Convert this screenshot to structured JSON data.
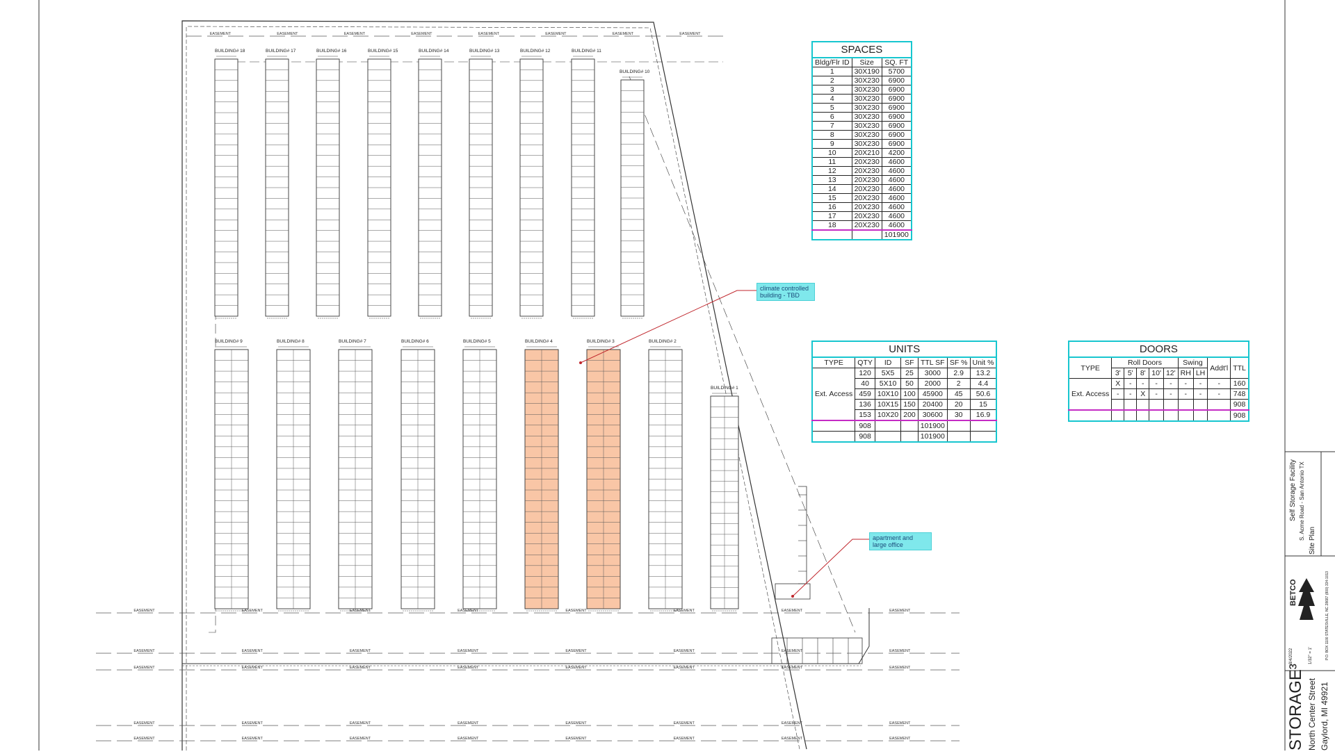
{
  "buildings_top": [
    "BUILDING# 18",
    "BUILDING# 17",
    "BUILDING# 16",
    "BUILDING# 15",
    "BUILDING# 14",
    "BUILDING# 13",
    "BUILDING# 12",
    "BUILDING# 11",
    "BUILDING# 10"
  ],
  "buildings_bottom": [
    "BUILDING# 9",
    "BUILDING# 8",
    "BUILDING# 7",
    "BUILDING# 6",
    "BUILDING# 5",
    "BUILDING# 4",
    "BUILDING# 3",
    "BUILDING# 2",
    "BUILDING# 1"
  ],
  "easement_label": "EASEMENT",
  "callouts": {
    "climate": "climate controlled building - TBD",
    "apartment": "apartment and large office"
  },
  "spaces": {
    "title": "SPACES",
    "headers": [
      "Bldg/Flr ID",
      "Size",
      "SQ. FT"
    ],
    "rows": [
      [
        "1",
        "30X190",
        "5700"
      ],
      [
        "2",
        "30X230",
        "6900"
      ],
      [
        "3",
        "30X230",
        "6900"
      ],
      [
        "4",
        "30X230",
        "6900"
      ],
      [
        "5",
        "30X230",
        "6900"
      ],
      [
        "6",
        "30X230",
        "6900"
      ],
      [
        "7",
        "30X230",
        "6900"
      ],
      [
        "8",
        "30X230",
        "6900"
      ],
      [
        "9",
        "30X230",
        "6900"
      ],
      [
        "10",
        "20X210",
        "4200"
      ],
      [
        "11",
        "20X230",
        "4600"
      ],
      [
        "12",
        "20X230",
        "4600"
      ],
      [
        "13",
        "20X230",
        "4600"
      ],
      [
        "14",
        "20X230",
        "4600"
      ],
      [
        "15",
        "20X230",
        "4600"
      ],
      [
        "16",
        "20X230",
        "4600"
      ],
      [
        "17",
        "20X230",
        "4600"
      ],
      [
        "18",
        "20X230",
        "4600"
      ]
    ],
    "total": "101900"
  },
  "units": {
    "title": "UNITS",
    "headers": [
      "TYPE",
      "QTY",
      "ID",
      "SF",
      "TTL SF",
      "SF %",
      "Unit %"
    ],
    "type": "Ext. Access",
    "rows": [
      [
        "120",
        "5X5",
        "25",
        "3000",
        "2.9",
        "13.2"
      ],
      [
        "40",
        "5X10",
        "50",
        "2000",
        "2",
        "4.4"
      ],
      [
        "459",
        "10X10",
        "100",
        "45900",
        "45",
        "50.6"
      ],
      [
        "136",
        "10X15",
        "150",
        "20400",
        "20",
        "15"
      ],
      [
        "153",
        "10X20",
        "200",
        "30600",
        "30",
        "16.9"
      ]
    ],
    "subtotal_qty": "908",
    "subtotal_sf": "101900",
    "total_qty": "908",
    "total_sf": "101900"
  },
  "doors": {
    "title": "DOORS",
    "type_label": "TYPE",
    "roll_label": "Roll Doors",
    "swing_label": "Swing",
    "addtl_label": "Addt'l",
    "ttl_label": "TTL",
    "subheaders": [
      "3'",
      "5'",
      "8'",
      "10'",
      "12'",
      "RH",
      "LH"
    ],
    "type": "Ext. Access",
    "rows": [
      [
        "X",
        "-",
        "-",
        "-",
        "-",
        "-",
        "-",
        "-",
        "160"
      ],
      [
        "-",
        "-",
        "X",
        "-",
        "-",
        "-",
        "-",
        "-",
        "748"
      ],
      [
        "",
        "",
        "",
        "",
        "",
        "",
        "",
        "",
        "908"
      ]
    ],
    "total": "908"
  },
  "titleblock": {
    "company": "BETCO",
    "project": "Self Storage Facility",
    "address": "S. Acme Road - San Antonio TX",
    "sheet": "Site Plan",
    "brand": "STORAGE³",
    "street": "North Center Street",
    "city": "Gaylord, MI 49921",
    "phone_line": "P.O. BOX 1100 STATESVILLE, NC 28687  (800) 334-1013",
    "date": "8/4/2022",
    "scale": "1/32\" = 1'"
  },
  "colors": {
    "table_border": "#17c6cf",
    "callout_bg": "#7fe8ec",
    "highlight": "#f9c6a6",
    "leader": "#c0262c",
    "total_rule": "#c42bc4"
  }
}
